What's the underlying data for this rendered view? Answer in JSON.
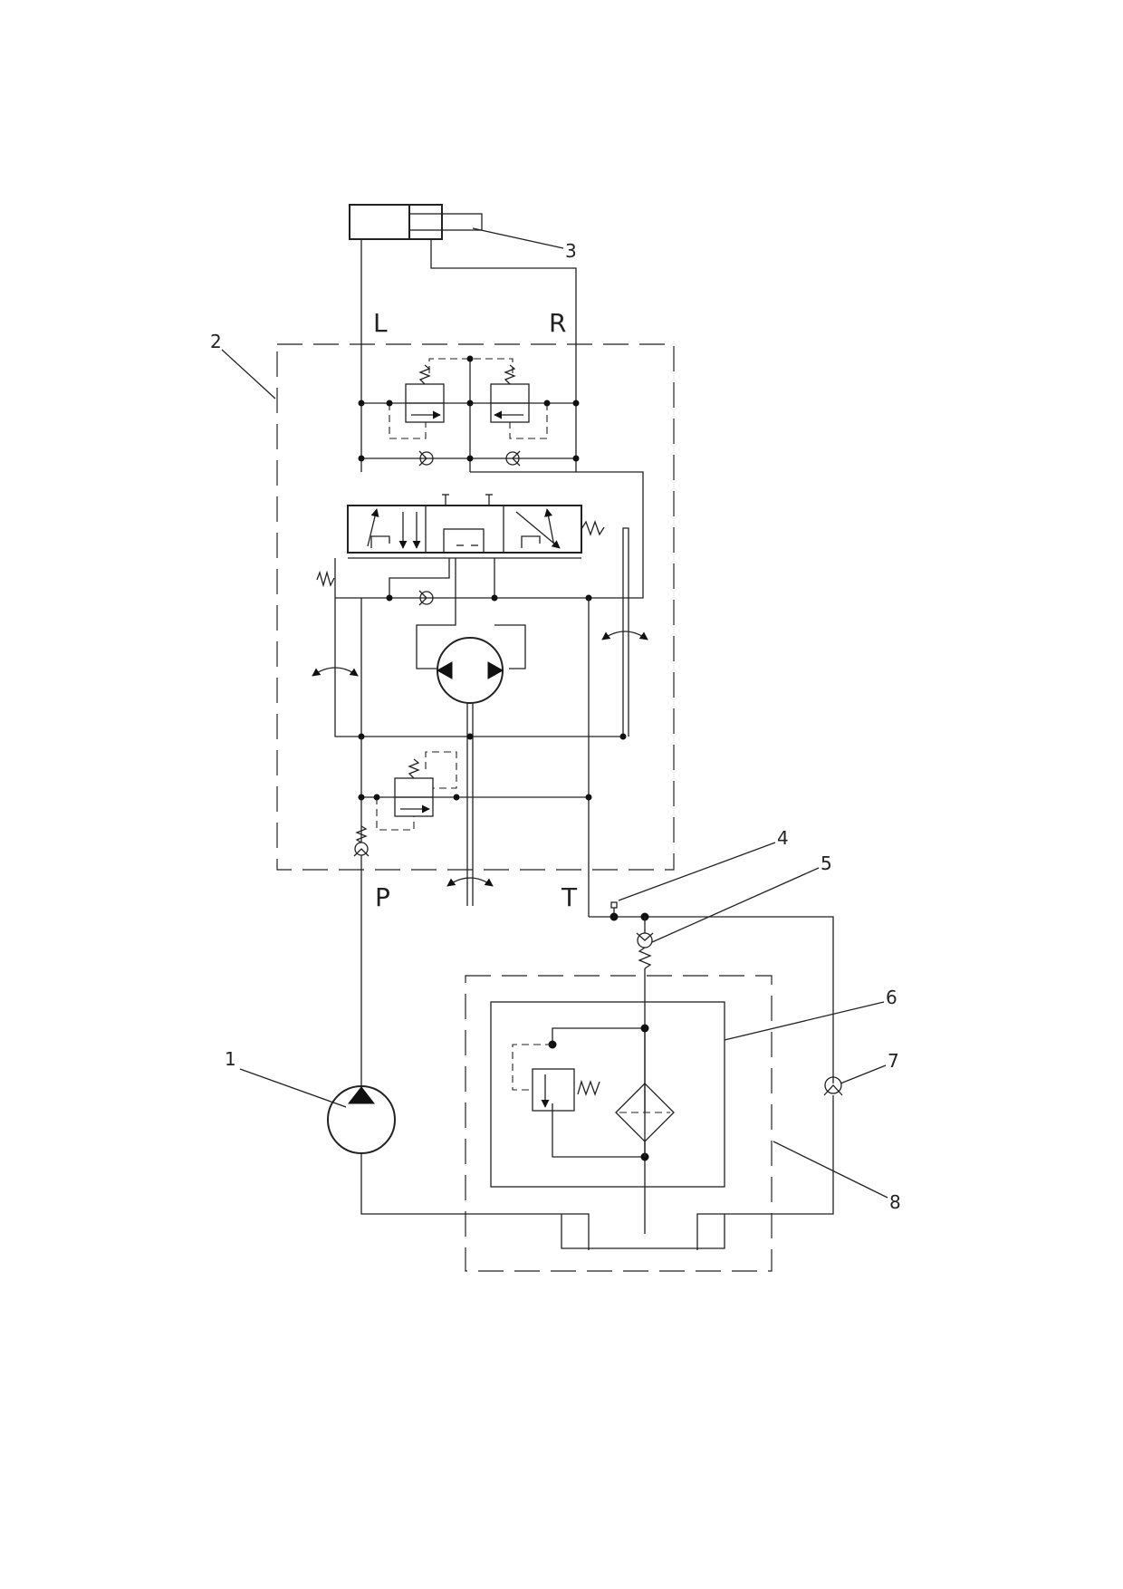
{
  "diagram": {
    "port_labels": {
      "left": "L",
      "right": "R",
      "pressure": "P",
      "tank": "T"
    },
    "callouts": [
      {
        "id": "c1",
        "label": "1",
        "component": "pump"
      },
      {
        "id": "c2",
        "label": "2",
        "component": "steering-control-unit"
      },
      {
        "id": "c3",
        "label": "3",
        "component": "steering-cylinder"
      },
      {
        "id": "c4",
        "label": "4",
        "component": "test-port"
      },
      {
        "id": "c5",
        "label": "5",
        "component": "spring-check-valve"
      },
      {
        "id": "c6",
        "label": "6",
        "component": "filter-assembly"
      },
      {
        "id": "c7",
        "label": "7",
        "component": "check-valve"
      },
      {
        "id": "c8",
        "label": "8",
        "component": "tank"
      }
    ]
  }
}
